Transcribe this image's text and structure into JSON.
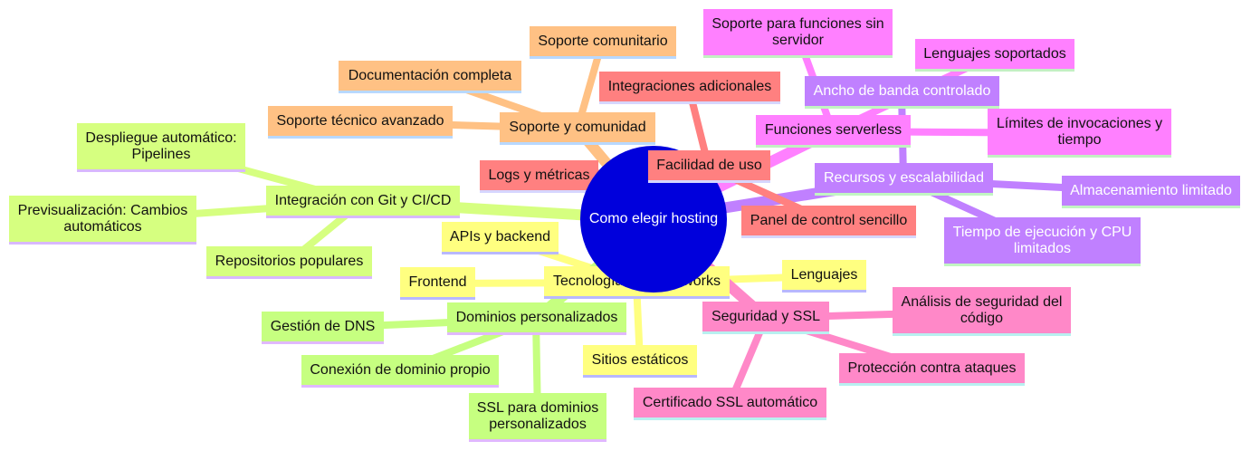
{
  "root": "Como elegir hosting",
  "branches": {
    "soporte": {
      "label": "Soporte y comunidad",
      "children": [
        "Soporte comunitario",
        "Documentación completa",
        "Soporte técnico avanzado"
      ],
      "color": "#ffc184",
      "underline": "#b8d8ff"
    },
    "facilidad": {
      "label": "Facilidad de uso",
      "children": [
        "Integraciones adicionales",
        "Logs y métricas",
        "Panel de control sencillo"
      ],
      "color": "#ff8080",
      "underline": "#d6d6ff"
    },
    "serverless": {
      "label": "Funciones serverless",
      "children": [
        "Soporte para funciones sin servidor",
        "Lenguajes soportados",
        "Límites de invocaciones y tiempo"
      ],
      "color": "#ff80ff",
      "underline": "#c2f0c2"
    },
    "recursos": {
      "label": "Recursos y escalabilidad",
      "children": [
        "Ancho de banda controlado",
        "Almacenamiento limitado",
        "Tiempo de ejecución y CPU limitados"
      ],
      "color": "#c080ff",
      "underline": "#c2f5c2"
    },
    "git": {
      "label": "Integración con Git y CI/CD",
      "children": [
        "Despliegue automático: Pipelines",
        "Previsualización: Cambios automáticos",
        "Repositorios populares"
      ],
      "color": "#d6ff80",
      "underline": "#d8b8ff"
    },
    "tecnologias": {
      "label": "Tecnologías y frameworks",
      "children": [
        "APIs y backend",
        "Frontend",
        "Sitios estáticos",
        "Lenguajes"
      ],
      "color": "#ffff80",
      "underline": "#b8b8ff"
    },
    "dominios": {
      "label": "Dominios personalizados",
      "children": [
        "Gestión de DNS",
        "Conexión de dominio propio",
        "SSL para dominios personalizados"
      ],
      "color": "#c6ff80",
      "underline": "#e0b8ff"
    },
    "seguridad": {
      "label": "Seguridad y SSL",
      "children": [
        "Análisis de seguridad del código",
        "Protección contra ataques",
        "Certificado SSL automático"
      ],
      "color": "#ff88c8",
      "underline": "#b8f0f0"
    }
  },
  "colors": {
    "root": "#0000dc",
    "root_text": "#ffffff"
  }
}
